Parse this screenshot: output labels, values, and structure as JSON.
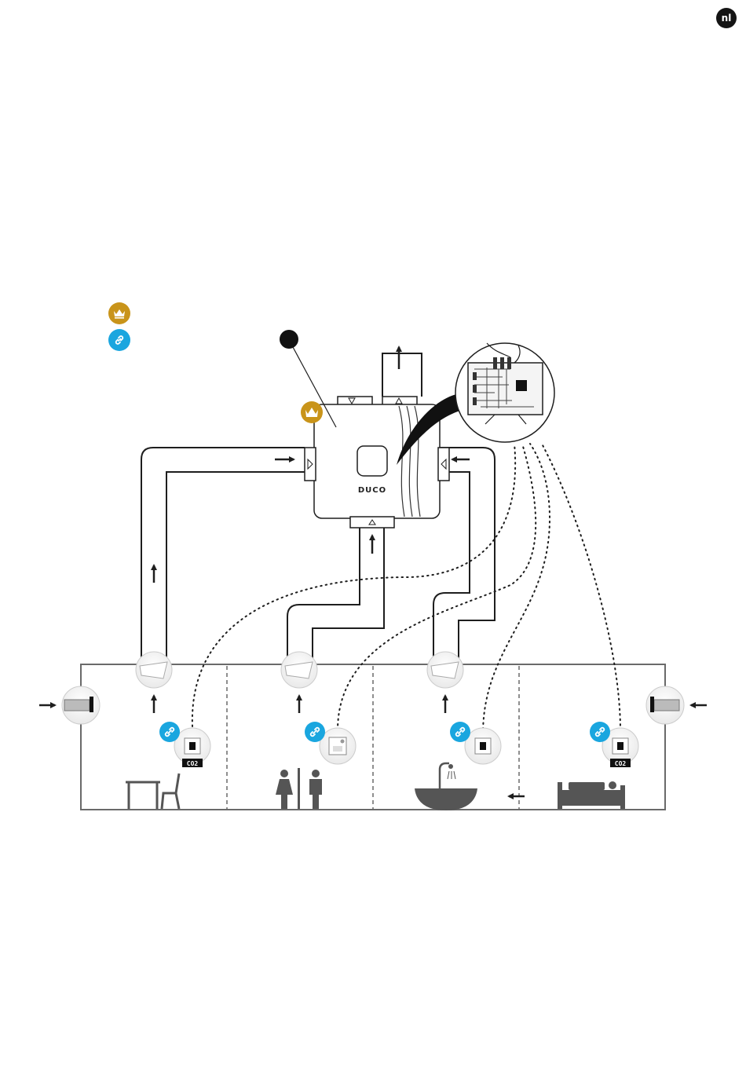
{
  "language_badge": "nl",
  "colors": {
    "master_badge": "#c9941a",
    "link_badge": "#1aa6df",
    "line": "#1e1e1e",
    "wall": "#6a6a6a"
  },
  "icons": {
    "master": "crown-icon",
    "link": "link-icon"
  },
  "unit": {
    "brand": "DUCO"
  },
  "sensors": {
    "co2_label": "CO2"
  }
}
